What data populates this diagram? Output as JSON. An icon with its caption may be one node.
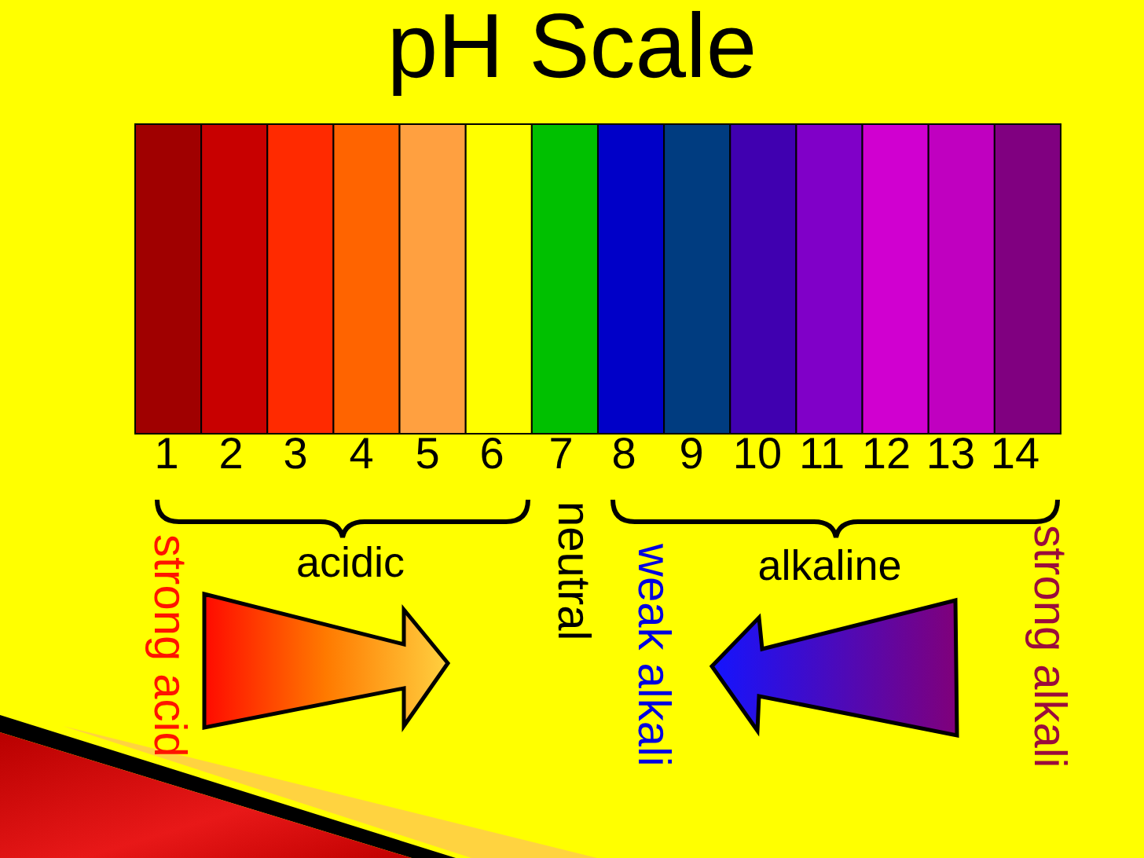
{
  "diagram": {
    "title": "pH Scale",
    "labels": [
      "1",
      "2",
      "3",
      "4",
      "5",
      "6",
      "7",
      "8",
      "9",
      "10",
      "11",
      "12",
      "13",
      "14",
      "strong acid",
      "acidic",
      "neutral",
      "weak alkali",
      "alkaline",
      "strong alkali"
    ]
  }
}
